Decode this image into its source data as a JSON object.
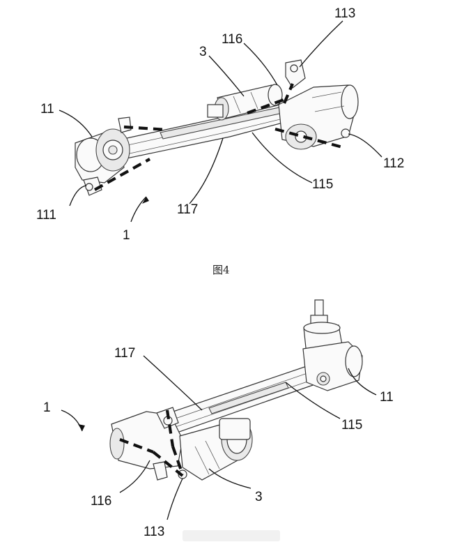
{
  "figure_top": {
    "labels": {
      "l113": "113",
      "l116": "116",
      "l3": "3",
      "l11": "11",
      "l112": "112",
      "l115": "115",
      "l111": "111",
      "l117": "117",
      "l1": "1"
    }
  },
  "caption": "图4",
  "figure_bottom": {
    "labels": {
      "l117": "117",
      "l1": "1",
      "l11": "11",
      "l115": "115",
      "l116": "116",
      "l3": "3",
      "l113": "113"
    }
  }
}
